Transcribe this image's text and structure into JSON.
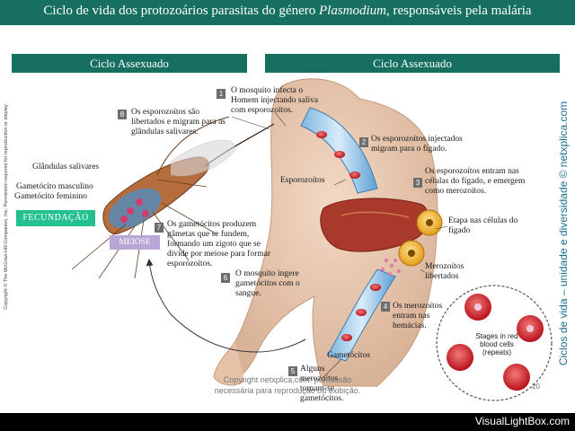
{
  "title": {
    "prefix": "Ciclo de vida dos protozoários parasitas do género ",
    "italic": "Plasmodium",
    "suffix": ", responsáveis pela malária"
  },
  "sections": {
    "left": "Ciclo Assexuado",
    "right": "Ciclo Assexuado"
  },
  "steps": [
    {
      "num": "1",
      "text": "O mosquito infecta o Homem injectando saliva com esporozoítos."
    },
    {
      "num": "2",
      "text": "Os esporozoítos injectados migram para o fígado."
    },
    {
      "num": "3",
      "text": "Os esporozoítos entram nas células do fígado, e emergem como merozoítos."
    },
    {
      "num": "4",
      "text": "Os merozoítos entram nas hemácias."
    },
    {
      "num": "5",
      "text": "Alguns merozoítos tornam-se gametócitos."
    },
    {
      "num": "6",
      "text": "O mosquito ingere gametócitos com o sangue."
    },
    {
      "num": "7",
      "text": "Os gametócitos produzem gâmetas que se fundem, formando um zigoto que se divide por meiose para formar esporozoítos."
    },
    {
      "num": "8",
      "text": "Os esporozoítos são libertados e migram para as glândulas salivares."
    }
  ],
  "labels": {
    "glandulas": "Glândulas salivares",
    "gam_masc": "Gametócito masculino",
    "gam_fem": "Gametócito feminino",
    "esporozoitos": "Esporozoítos",
    "etapa": "Etapa nas células do fígado",
    "merozoitos": "Merozoítos libertados",
    "gametocitos": "Gametócitos",
    "fecundacao": "FECUNDAÇÃO",
    "meiose": "MEIOSE",
    "stages": "Stages in red blood cells (repeats)"
  },
  "copyright_side": "Copyright © The McGraw-Hill Companies, Inc. Permission required for reproduction or display.",
  "side_right": "Ciclos de vida – unidade e diversidade © netxplica.com",
  "footer": "Copyright netxplica.com: permissão necessária para reprodução ou exibição.",
  "page_number": "20",
  "watermark": "VisualLightBox.com",
  "colors": {
    "header": "#17705f",
    "fecundacao": "#25c08f",
    "meiose": "#b7a6d6",
    "side_text": "#1a6f8f"
  }
}
